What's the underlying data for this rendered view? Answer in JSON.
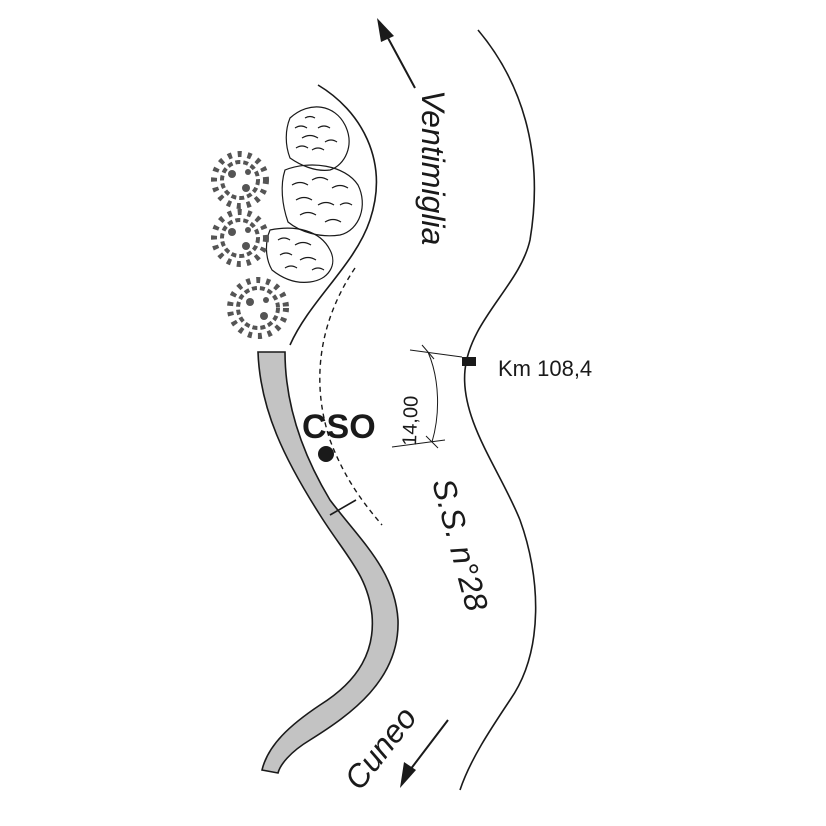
{
  "road": {
    "name": "S.S. n°28",
    "to_north": "Ventimiglia",
    "to_south": "Cuneo"
  },
  "markers": {
    "km_post": "Km 108,4",
    "point": "CSO",
    "dimension": "14,00"
  },
  "colors": {
    "line": "#1a1a1a",
    "channel_fill": "#c3c3c3",
    "tree": "#555555",
    "background": "#ffffff"
  },
  "icons": [
    "arrow-north-icon",
    "arrow-south-icon",
    "tree-icon",
    "rock-icon",
    "km-post-icon",
    "point-dot-icon"
  ]
}
